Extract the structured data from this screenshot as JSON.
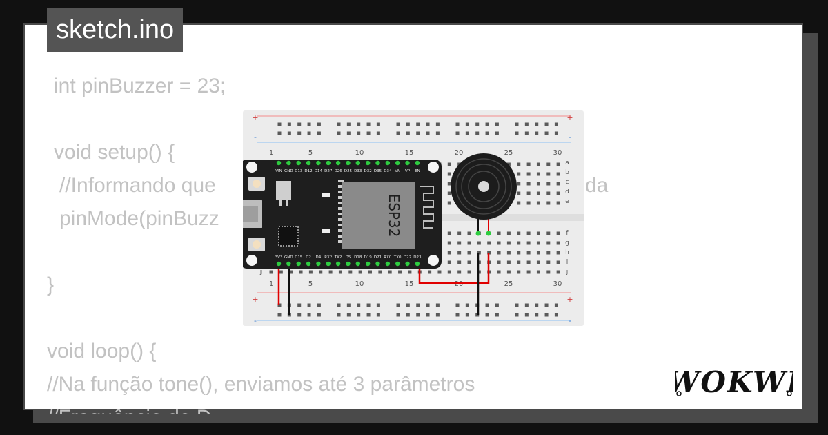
{
  "file_tab": {
    "label": "sketch.ino"
  },
  "code": {
    "lines": [
      "int pinBuzzer = 23;",
      "void setup() {",
      "//Informando que",
      "da",
      "pinMode(pinBuzz",
      "}",
      "void loop() {",
      "//Na função tone(), enviamos até 3 parâmetros",
      "//Frequência de D..."
    ]
  },
  "breadboard": {
    "column_labels": [
      "1",
      "5",
      "10",
      "15",
      "20",
      "25",
      "30"
    ],
    "row_labels_top": [
      "a",
      "b",
      "c",
      "d",
      "e"
    ],
    "row_labels_bottom": [
      "f",
      "g",
      "h",
      "i",
      "j"
    ],
    "rail_plus": "+",
    "rail_minus": "-"
  },
  "esp32": {
    "chip_label": "ESP32",
    "top_pins": [
      "VIN",
      "GND",
      "D13",
      "D12",
      "D14",
      "D27",
      "D26",
      "D25",
      "D33",
      "D32",
      "D35",
      "D34",
      "VN",
      "VP",
      "EN"
    ],
    "bottom_pins": [
      "3V3",
      "GND",
      "D15",
      "D2",
      "D4",
      "RX2",
      "TX2",
      "D5",
      "D18",
      "D19",
      "D21",
      "RX0",
      "TX0",
      "D22",
      "D23"
    ]
  },
  "brand": {
    "name": "WOKWI"
  },
  "colors": {
    "background": "#111111",
    "card": "#ffffff",
    "code_text": "#c2c2c2",
    "tab_bg": "#545454",
    "board_pcb": "#1e1e1e",
    "chip": "#8a8a8a",
    "wire_red": "#e00000",
    "wire_black": "#111111",
    "pin_green": "#2ecc40"
  }
}
